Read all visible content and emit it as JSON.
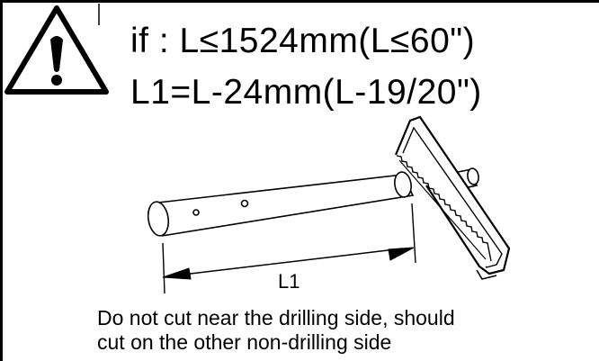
{
  "condition_text": "if : L≤1524mm(L≤60\")",
  "formula_text": "L1=L-24mm(L-19/20\")",
  "dimension_label": "L1",
  "note_line1": "Do not cut  near the drilling side, should",
  "note_line2": "cut on the other non-drilling side",
  "icons": {
    "warning": "warning-triangle-icon",
    "saw": "hacksaw-icon"
  },
  "colors": {
    "ink": "#000000",
    "background": "#ffffff"
  }
}
